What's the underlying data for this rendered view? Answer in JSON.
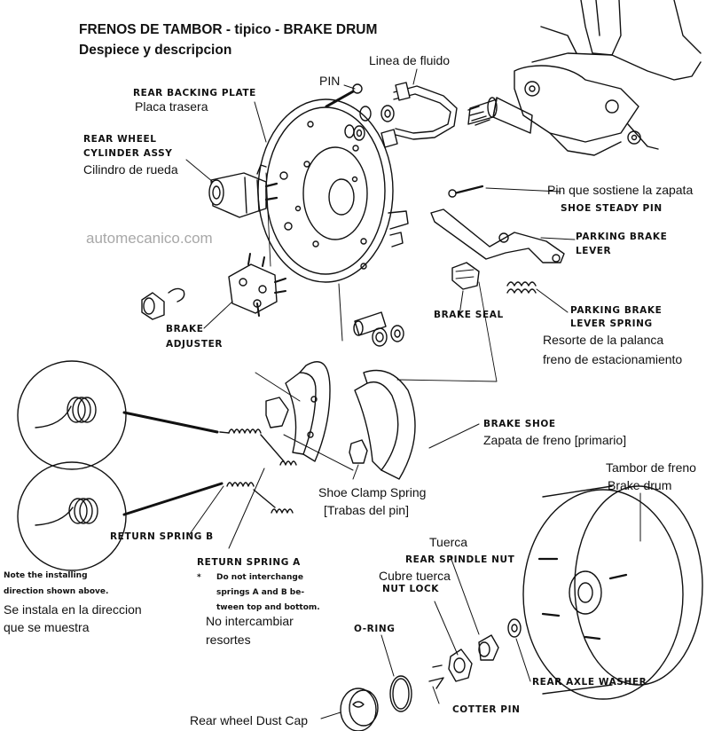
{
  "title": {
    "line1": "FRENOS DE TAMBOR - tipico - BRAKE DRUM",
    "line2": "Despiece y descripcion"
  },
  "watermark": "automecanico.com",
  "labels": {
    "rear_backing_plate_en": "REAR BACKING PLATE",
    "rear_backing_plate_es": "Placa trasera",
    "rear_wheel_cylinder_en_1": "REAR WHEEL",
    "rear_wheel_cylinder_en_2": "CYLINDER ASSY",
    "rear_wheel_cylinder_es": "Cilindro de rueda",
    "pin": "PIN",
    "fluid_line": "Linea de fluido",
    "steady_pin_es": "Pin que sostiene la zapata",
    "steady_pin_en": "SHOE STEADY PIN",
    "parking_brake_lever_1": "PARKING BRAKE",
    "parking_brake_lever_2": "LEVER",
    "brake_seal": "BRAKE SEAL",
    "parking_lever_spring_1": "PARKING BRAKE",
    "parking_lever_spring_2": "LEVER SPRING",
    "parking_lever_spring_es_1": "Resorte de la palanca",
    "parking_lever_spring_es_2": "freno de estacionamiento",
    "brake_adjuster_1": "BRAKE",
    "brake_adjuster_2": "ADJUSTER",
    "brake_shoe_en": "BRAKE SHOE",
    "brake_shoe_es": "Zapata de freno [primario]",
    "shoe_clamp_spring_1": "Shoe Clamp Spring",
    "shoe_clamp_spring_2": "[Trabas del pin]",
    "brake_drum_es": "Tambor de freno",
    "brake_drum_en": "Brake drum",
    "return_spring_b": "RETURN SPRING B",
    "return_spring_a": "RETURN SPRING A",
    "note_1": "Note the installing",
    "note_2": "direction shown above.",
    "note_es_1": "Se instala en la direccion",
    "note_es_2": "que se muestra",
    "caution_star": "*",
    "caution_1": "Do not interchange",
    "caution_2": "springs A and B be-",
    "caution_3": "tween top and bottom.",
    "caution_es_1": "No intercambiar",
    "caution_es_2": "resortes",
    "nut_es": "Tuerca",
    "nut_en": "REAR SPINDLE NUT",
    "nut_lock_es": "Cubre tuerca",
    "nut_lock_en": "NUT LOCK",
    "o_ring": "O-RING",
    "cotter_pin": "COTTER PIN",
    "axle_washer": "REAR AXLE WASHER",
    "dust_cap": "Rear wheel Dust Cap"
  }
}
